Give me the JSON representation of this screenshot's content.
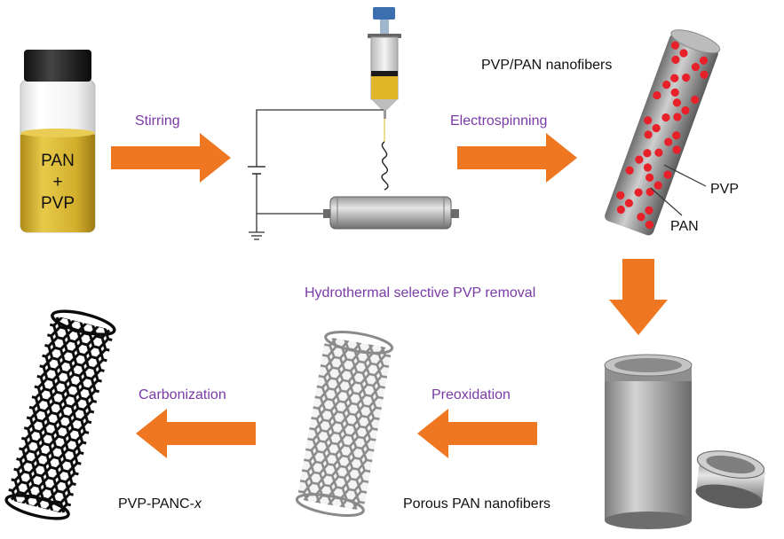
{
  "vial": {
    "line1": "PAN",
    "line2": "+",
    "line3": "PVP"
  },
  "steps": {
    "stirring": "Stirring",
    "electrospinning": "Electrospinning",
    "hydrothermal": "Hydrothermal selective PVP removal",
    "preoxidation": "Preoxidation",
    "carbonization": "Carbonization"
  },
  "labels": {
    "pvp_pan_nanofibers": "PVP/PAN nanofibers",
    "pvp": "PVP",
    "pan": "PAN",
    "porous_pan": "Porous PAN nanofibers",
    "product_prefix": "PVP-PANC-",
    "product_suffix": "x"
  },
  "colors": {
    "step_text": "#7a3aa6",
    "arrow": "#f07722",
    "solution": "#d4b22a",
    "pvp_dot": "#e8202a"
  }
}
